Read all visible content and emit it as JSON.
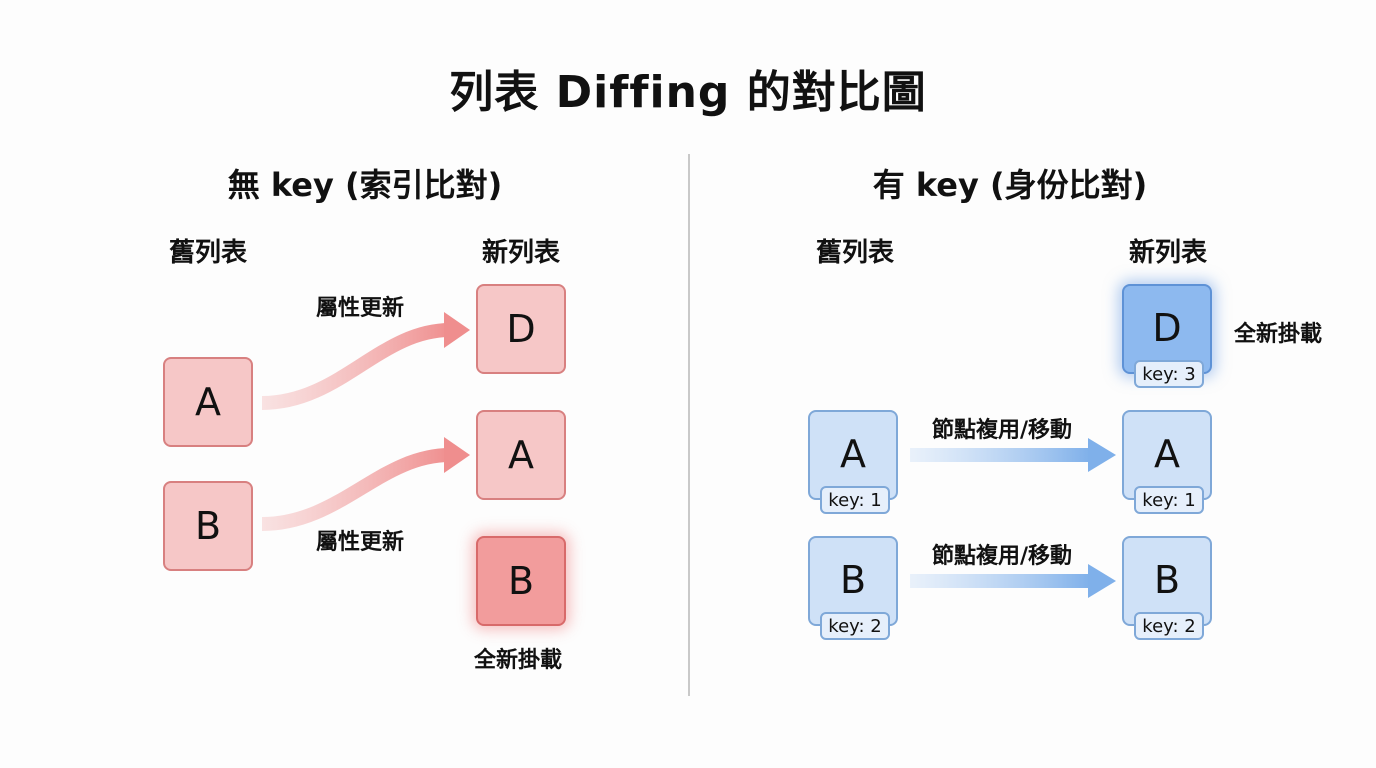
{
  "title": "列表 Diffing 的對比圖",
  "left": {
    "heading": "無 key (索引比對)",
    "old_label": "舊列表",
    "new_label": "新列表",
    "old_nodes": [
      "A",
      "B"
    ],
    "new_nodes": [
      "D",
      "A",
      "B"
    ],
    "arrow_top_label": "屬性更新",
    "arrow_bottom_label": "屬性更新",
    "mount_label": "全新掛載"
  },
  "right": {
    "heading": "有 key (身份比對)",
    "old_label": "舊列表",
    "new_label": "新列表",
    "old_nodes": [
      {
        "letter": "A",
        "key": "key: 1"
      },
      {
        "letter": "B",
        "key": "key: 2"
      }
    ],
    "new_nodes": [
      {
        "letter": "D",
        "key": "key: 3"
      },
      {
        "letter": "A",
        "key": "key: 1"
      },
      {
        "letter": "B",
        "key": "key: 2"
      }
    ],
    "arrow_top_label": "節點複用/移動",
    "arrow_bottom_label": "節點複用/移動",
    "mount_label": "全新掛載"
  },
  "colors": {
    "red_fill": "#f6c7c7",
    "red_strong_fill": "#f29c9c",
    "blue_fill": "#cfe1f7",
    "blue_strong_fill": "#8db9ef"
  }
}
